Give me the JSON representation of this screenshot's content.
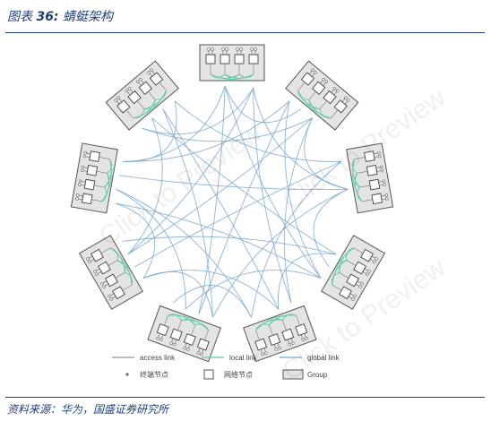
{
  "figure": {
    "title_prefix": "图表",
    "title_number": "36:",
    "title_text": "蜻蜓架构",
    "source": "资料来源：华为，国盛证券研究所"
  },
  "legend": {
    "access_link": "access link",
    "local_link": "local link",
    "global_link": "global link",
    "endpoint": "终端节点",
    "network_node": "网络节点",
    "group": "Group"
  },
  "colors": {
    "title": "#1f3f7a",
    "global_link": "#7aa7cf",
    "local_link": "#5ccaa8",
    "access_link": "#7a7a7a",
    "group_fill": "#e4e4e4",
    "group_stroke": "#555555"
  },
  "diagram": {
    "group_count": 9,
    "switches_per_group": 4
  },
  "watermarks": [
    "Click to Preview",
    "Click to Preview",
    "Click to Preview"
  ]
}
